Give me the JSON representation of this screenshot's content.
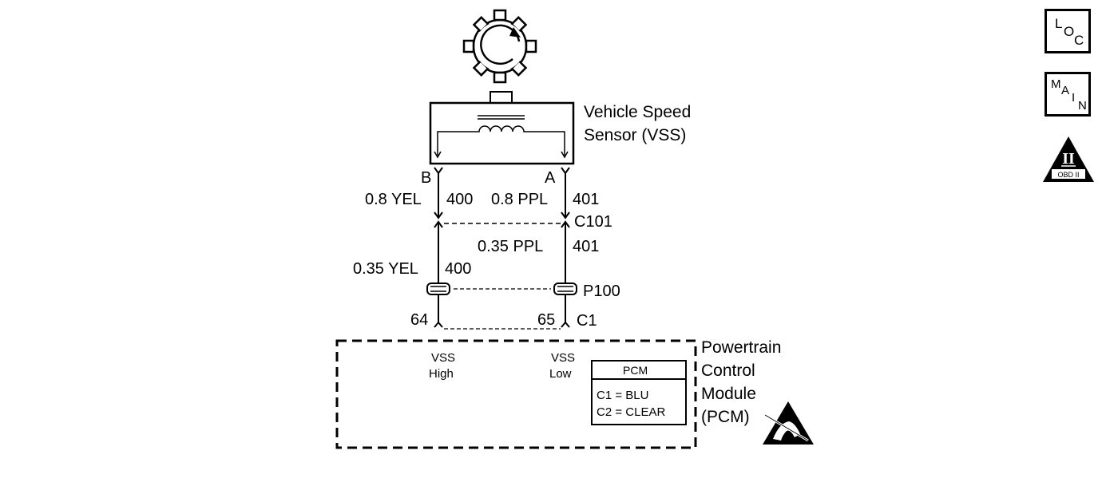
{
  "sensor": {
    "title_line1": "Vehicle Speed",
    "title_line2": "Sensor (VSS)",
    "pin_b": "B",
    "pin_a": "A"
  },
  "wires": {
    "left_top_gauge_color": "0.8 YEL",
    "left_top_circuit": "400",
    "right_top_gauge_color": "0.8 PPL",
    "right_top_circuit": "401",
    "left_bottom_gauge_color": "0.35 YEL",
    "left_bottom_circuit": "400",
    "right_bottom_gauge_color": "0.35 PPL",
    "right_bottom_circuit": "401"
  },
  "connectors": {
    "c101": "C101",
    "p100": "P100",
    "c1": "C1",
    "pin_64": "64",
    "pin_65": "65"
  },
  "pcm": {
    "vss_high_line1": "VSS",
    "vss_high_line2": "High",
    "vss_low_line1": "VSS",
    "vss_low_line2": "Low",
    "box_title": "PCM",
    "c1_line": "C1 = BLU",
    "c2_line": "C2 = CLEAR",
    "module_line1": "Powertrain",
    "module_line2": "Control",
    "module_line3": "Module",
    "module_line4": "(PCM)"
  },
  "nav": {
    "loc": [
      "L",
      "O",
      "C"
    ],
    "main": [
      "M",
      "A",
      "I",
      "N"
    ],
    "obd_numeral": "II",
    "obd_label": "OBD II"
  }
}
